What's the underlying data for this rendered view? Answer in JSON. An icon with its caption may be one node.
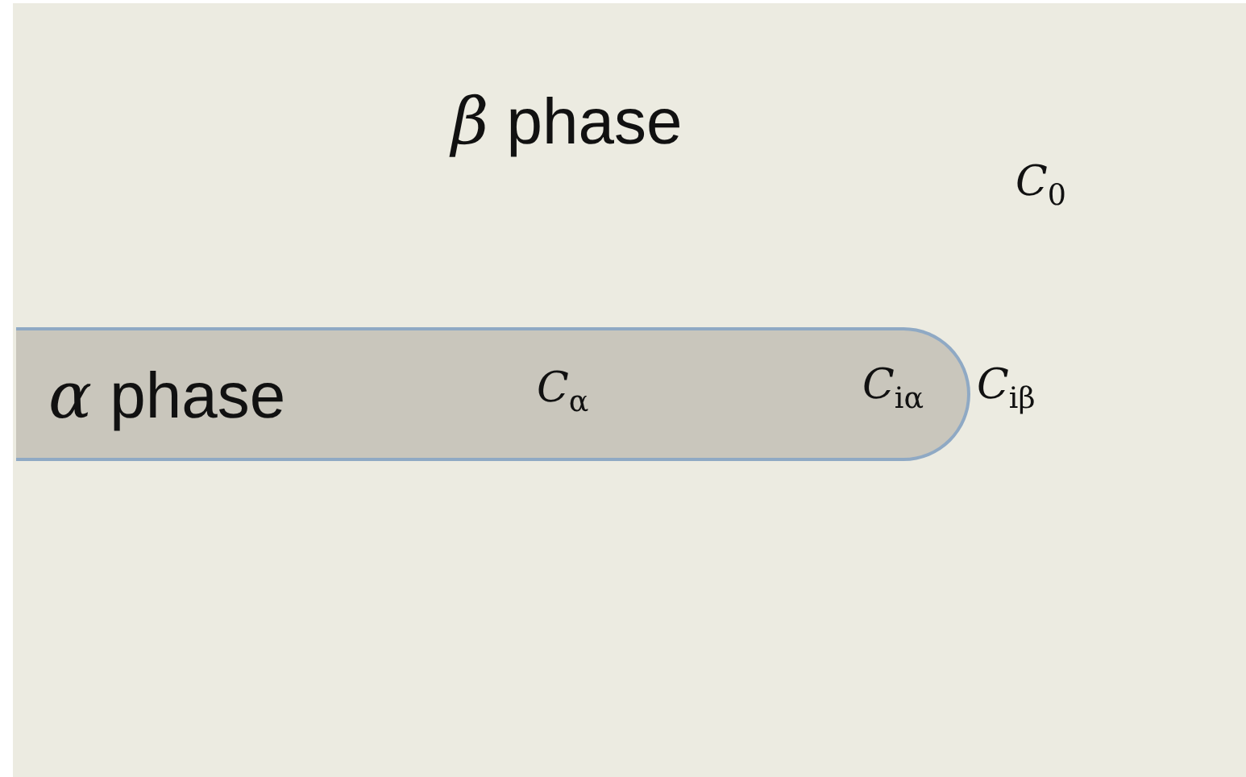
{
  "diagram": {
    "nodes": [
      {
        "text": [
          "*β* phase"
        ]
      },
      {
        "text": [
          "*α* phase"
        ],
        "in": 0
      }
    ],
    "labels": [
      "*C*$_{0}$",
      "*C*$_{α}$",
      "*C*$_{iα}$",
      "*C*$_{iβ}$"
    ]
  }
}
